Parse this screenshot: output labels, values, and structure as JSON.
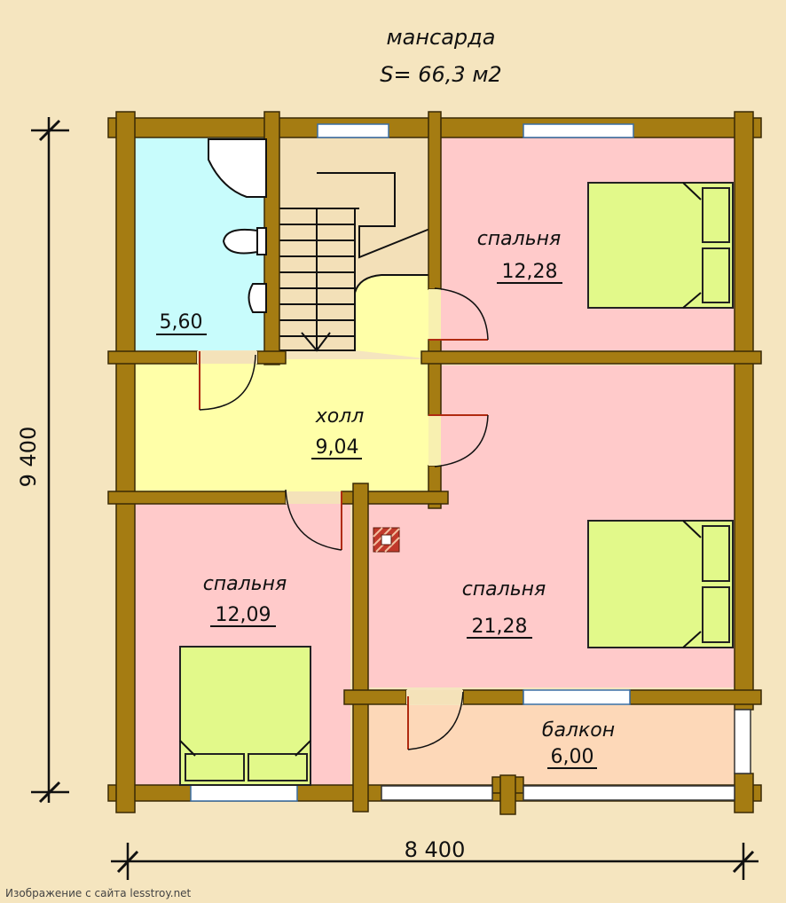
{
  "header": {
    "title": "мансарда",
    "area": "S= 66,3 м2"
  },
  "rooms": {
    "bathroom": {
      "area": "5,60"
    },
    "hall": {
      "name": "холл",
      "area": "9,04"
    },
    "bedroom_top": {
      "name": "спальня",
      "area": "12,28"
    },
    "bedroom_left": {
      "name": "спальня",
      "area": "12,09"
    },
    "bedroom_big": {
      "name": "спальня",
      "area": "21,28"
    },
    "balcony": {
      "name": "балкон",
      "area": "6,00"
    }
  },
  "dimensions": {
    "height": "9 400",
    "width": "8 400"
  },
  "watermark": "Изображение с сайта lesstroy.net",
  "colors": {
    "background": "#f5e5bf",
    "wall": "#a57c12",
    "bathroom": "#c8fcfc",
    "hall": "#ffffa8",
    "bedroom": "#ffcaca",
    "balcony": "#fdd8b8",
    "bed": "#e2f98a"
  }
}
